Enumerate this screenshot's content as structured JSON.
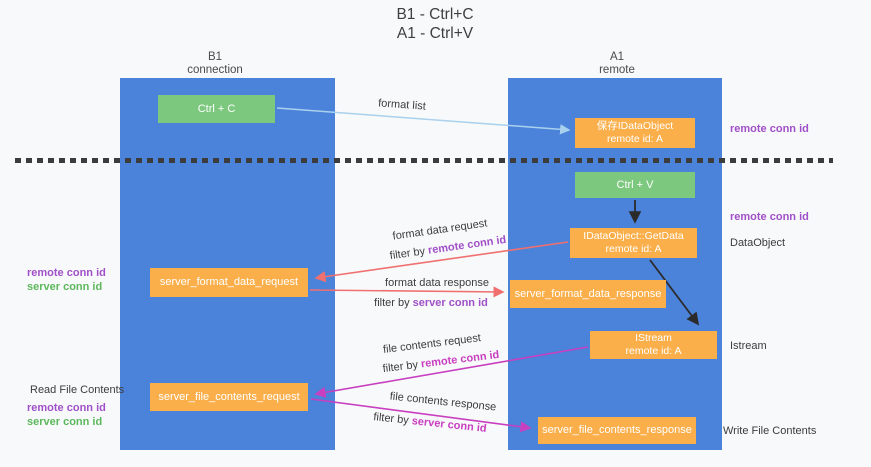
{
  "title": {
    "line1": "B1 - Ctrl+C",
    "line2": "A1 - Ctrl+V"
  },
  "columns": {
    "left": {
      "name": "B1",
      "role": "connection"
    },
    "right": {
      "name": "A1",
      "role": "remote"
    }
  },
  "boxes": {
    "ctrl_c": {
      "label": "Ctrl + C"
    },
    "ctrl_v": {
      "label": "Ctrl + V"
    },
    "save_dataobject": {
      "line1": "保存IDataObject",
      "line2": "remote id: A"
    },
    "getdata": {
      "line1": "IDataObject::GetData",
      "line2": "remote id: A"
    },
    "istream": {
      "line1": "IStream",
      "line2": "remote id: A"
    },
    "format_request": {
      "label": "server_format_data_request"
    },
    "format_response": {
      "label": "server_format_data_response"
    },
    "file_request": {
      "label": "server_file_contents_request"
    },
    "file_response": {
      "label": "server_file_contents_response"
    }
  },
  "side_labels": {
    "remote_conn_id": "remote conn id",
    "server_conn_id": "server conn id",
    "dataobject": "DataObject",
    "istream": "Istream",
    "read_file_contents": "Read File Contents",
    "write_file_contents": "Write File Contents"
  },
  "arrow_labels": {
    "format_list": "format list",
    "format_data_request": "format data request",
    "format_data_response": "format data response",
    "file_contents_request": "file contents request",
    "file_contents_response": "file contents response",
    "filter_by": "filter by "
  },
  "colors": {
    "lane_blue": "#4b82da",
    "box_green": "#7dc87f",
    "box_orange": "#faaf4b",
    "purple_text": "#a050c8",
    "green_text": "#5cb85c",
    "magenta_text": "#c83fc0",
    "red_arrow": "#f07070",
    "light_blue_arrow": "#a9d1ee",
    "black_arrow": "#2b2b2b"
  }
}
